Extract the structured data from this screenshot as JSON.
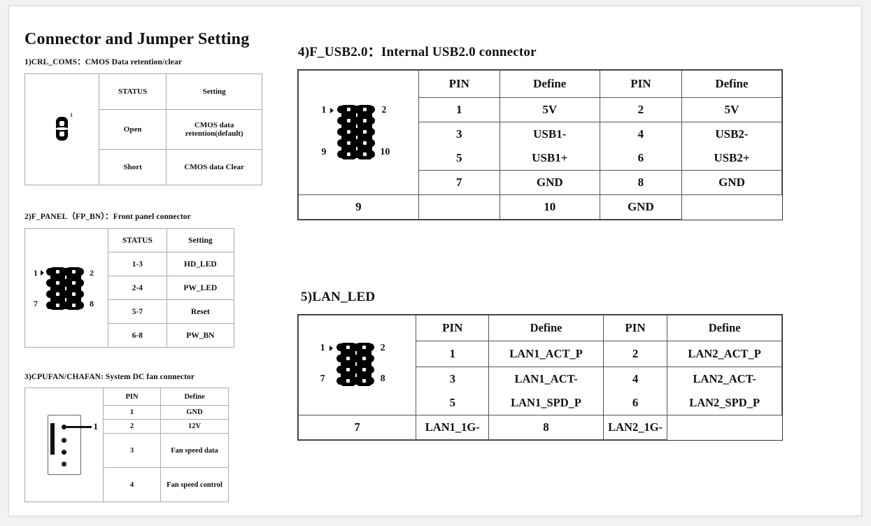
{
  "document": {
    "title": "Connector and Jumper Setting"
  },
  "sections": {
    "cmos": {
      "label": "1)CRL_COMS：CMOS Data retention/clear",
      "diagram": {
        "type": "2-pin-jumper",
        "pin_label": "1"
      },
      "headers": [
        "STATUS",
        "Setting"
      ],
      "rows": [
        {
          "status": "Open",
          "setting": "CMOS data retention(default)"
        },
        {
          "status": "Short",
          "setting": "CMOS data Clear"
        }
      ]
    },
    "fpanel": {
      "label": "2)F_PANEL（FP_BN）：Front panel connector",
      "diagram": {
        "type": "2x4-header",
        "top_left": "1",
        "top_right": "2",
        "bottom_left": "7",
        "bottom_right": "8"
      },
      "headers": [
        "STATUS",
        "Setting"
      ],
      "rows": [
        {
          "status": "1-3",
          "setting": "HD_LED"
        },
        {
          "status": "2-4",
          "setting": "PW_LED"
        },
        {
          "status": "5-7",
          "setting": "Reset"
        },
        {
          "status": "6-8",
          "setting": "PW_BN"
        }
      ]
    },
    "fan": {
      "label": "3)CPUFAN/CHAFAN:  System DC fan connector",
      "diagram": {
        "type": "4-pin-fan",
        "pin_label": "1"
      },
      "headers": [
        "PIN",
        "Define"
      ],
      "rows": [
        {
          "pin": "1",
          "define": "GND"
        },
        {
          "pin": "2",
          "define": "12V"
        },
        {
          "pin": "3",
          "define": "Fan speed data"
        },
        {
          "pin": "4",
          "define": "Fan speed control"
        }
      ]
    },
    "usb": {
      "label": "4)F_USB2.0：Internal  USB2.0 connector",
      "diagram": {
        "type": "2x5-header",
        "top_left": "1",
        "top_right": "2",
        "bottom_left": "9",
        "bottom_right": "10"
      },
      "headers": [
        "PIN",
        "Define",
        "PIN",
        "Define"
      ],
      "rows": [
        {
          "pin_a": "1",
          "def_a": "5V",
          "pin_b": "2",
          "def_b": "5V"
        },
        {
          "pin_a": "3",
          "def_a": "USB1-",
          "pin_b": "4",
          "def_b": "USB2-"
        },
        {
          "pin_a": "5",
          "def_a": "USB1+",
          "pin_b": "6",
          "def_b": "USB2+"
        },
        {
          "pin_a": "7",
          "def_a": "GND",
          "pin_b": "8",
          "def_b": "GND"
        },
        {
          "pin_a": "9",
          "def_a": "",
          "pin_b": "10",
          "def_b": "GND"
        }
      ]
    },
    "lan": {
      "label": "5)LAN_LED",
      "diagram": {
        "type": "2x4-header",
        "top_left": "1",
        "top_right": "2",
        "bottom_left": "7",
        "bottom_right": "8"
      },
      "headers": [
        "PIN",
        "Define",
        "PIN",
        "Define"
      ],
      "rows": [
        {
          "pin_a": "1",
          "def_a": "LAN1_ACT_P",
          "pin_b": "2",
          "def_b": "LAN2_ACT_P"
        },
        {
          "pin_a": "3",
          "def_a": "LAN1_ACT-",
          "pin_b": "4",
          "def_b": "LAN2_ACT-"
        },
        {
          "pin_a": "5",
          "def_a": "LAN1_SPD_P",
          "pin_b": "6",
          "def_b": "LAN2_SPD_P"
        },
        {
          "pin_a": "7",
          "def_a": "LAN1_1G-",
          "pin_b": "8",
          "def_b": "LAN2_1G-"
        }
      ]
    }
  }
}
